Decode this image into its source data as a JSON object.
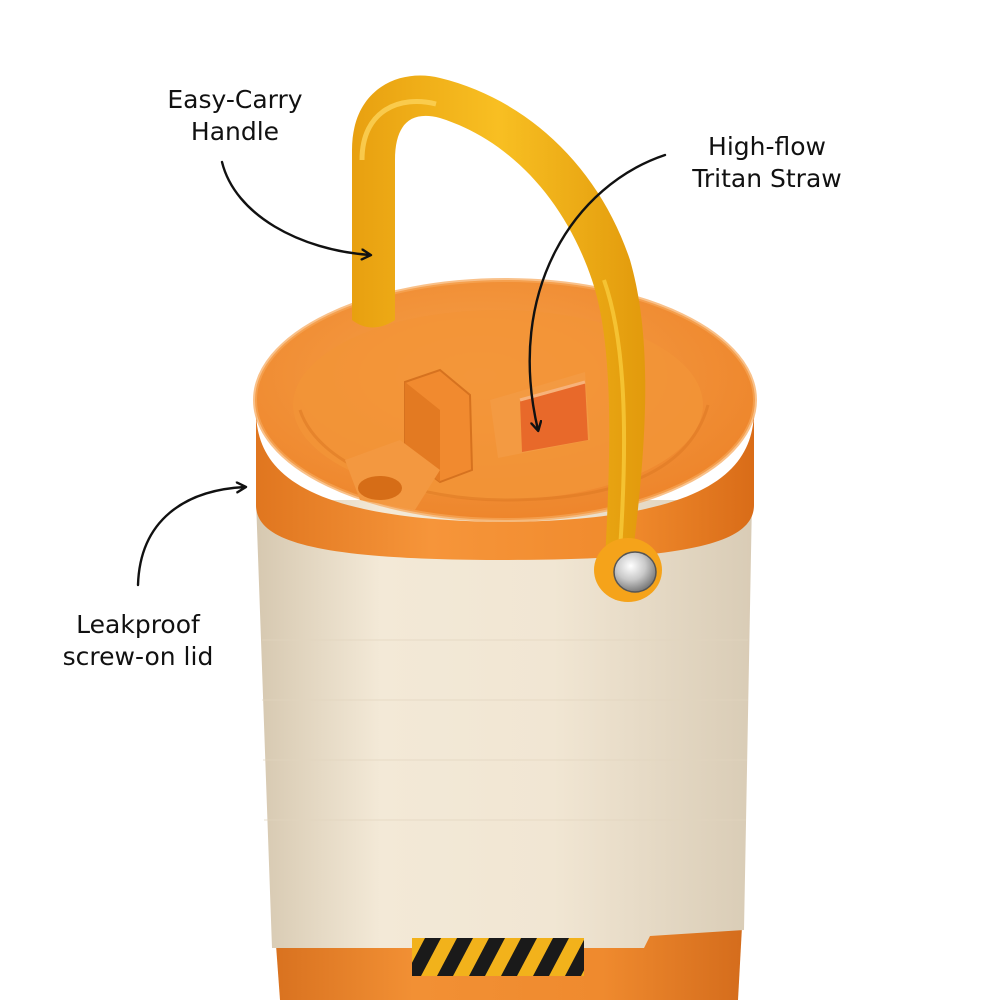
{
  "callouts": {
    "handle": {
      "line1": "Easy-Carry",
      "line2": "Handle"
    },
    "straw": {
      "line1": "High-flow",
      "line2": "Tritan Straw"
    },
    "lid": {
      "line1": "Leakproof",
      "line2": "screw-on lid"
    }
  },
  "colors": {
    "background": "#ffffff",
    "lid_orange": "#f08a2c",
    "lid_orange_dark": "#d9701c",
    "straw_orange": "#e8692a",
    "handle_yellow": "#f6b516",
    "handle_yellow_dark": "#e39c0f",
    "body_cream": "#efe3cf",
    "body_orange": "#ef8a2e",
    "hazard_black": "#1a1a1a",
    "hazard_yellow": "#f2b21b",
    "label_text": "#111111"
  }
}
